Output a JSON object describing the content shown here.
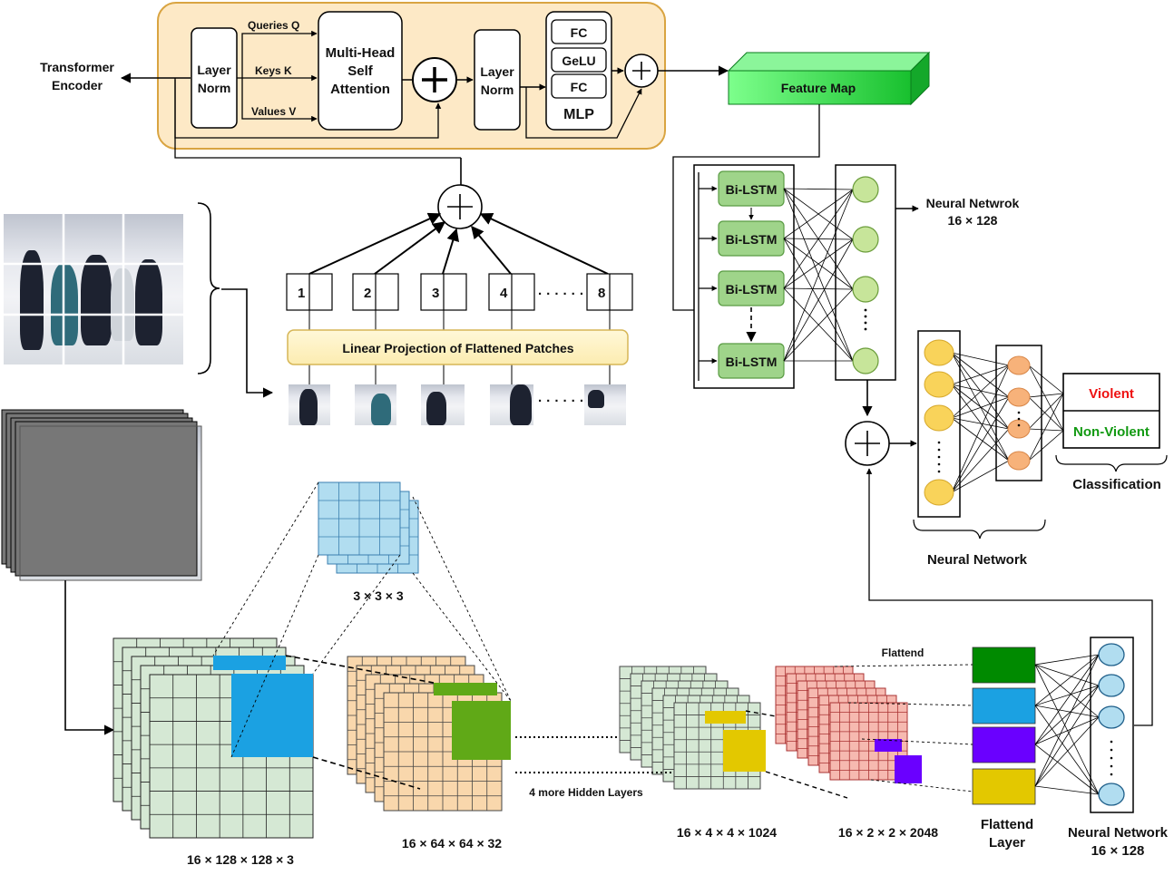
{
  "transformer": {
    "encoder_label_1": "Transformer",
    "encoder_label_2": "Encoder",
    "layer_norm_1": "Layer",
    "layer_norm_2": "Norm",
    "queries": "Queries Q",
    "keys": "Keys K",
    "values": "Values V",
    "mha_1": "Multi-Head",
    "mha_2": "Self",
    "mha_3": "Attention",
    "fc": "FC",
    "gelu": "GeLU",
    "mlp": "MLP",
    "colors": {
      "panel_fill": "#fde9c6",
      "panel_stroke": "#d9a441"
    }
  },
  "feature_map": {
    "label": "Feature Map",
    "color": "#22cc44"
  },
  "patches": {
    "numbers": [
      "1",
      "2",
      "3",
      "4",
      "8"
    ],
    "ellipsis": "· · · · · ·",
    "projection_label": "Linear Projection of Flattened Patches"
  },
  "lstm": {
    "cell_label": "Bi-LSTM",
    "count": 4,
    "nn_label_1": "Neural Netwrok",
    "nn_label_2": "16 × 128",
    "colors": {
      "cell": "#9fd48a",
      "node": "#c7e59a"
    }
  },
  "classifier": {
    "violent": "Violent",
    "non_violent": "Non-Violent",
    "classification": "Classification",
    "neural_network": "Neural Network",
    "colors": {
      "violent": "#ee1111",
      "non_violent": "#119911",
      "node_l1": "#f9d35a",
      "node_l2": "#f7b27a"
    }
  },
  "cnn": {
    "kernel_label": "3 × 3 × 3",
    "layer1": "16 × 128 × 128 × 3",
    "layer2": "16 × 64 × 64 × 32",
    "hidden": "4 more Hidden Layers",
    "layer3": "16 × 4 × 4 × 1024",
    "layer4": "16 × 2 × 2 × 2048",
    "flattend": "Flattend",
    "flattend_layer_1": "Flattend",
    "flattend_layer_2": "Layer",
    "nn_1": "Neural Network",
    "nn_2": "16 × 128",
    "colors": {
      "green_grid": "#d5e8d4",
      "orange_grid": "#f9d7ac",
      "peach_grid": "#f6b9b0",
      "blue": "#1ba1e2",
      "olive": "#60a917",
      "yellow": "#e3c800",
      "purple": "#6a00ff",
      "flat": [
        "#008a00",
        "#1ba1e2",
        "#6a00ff",
        "#e3c800"
      ]
    }
  }
}
